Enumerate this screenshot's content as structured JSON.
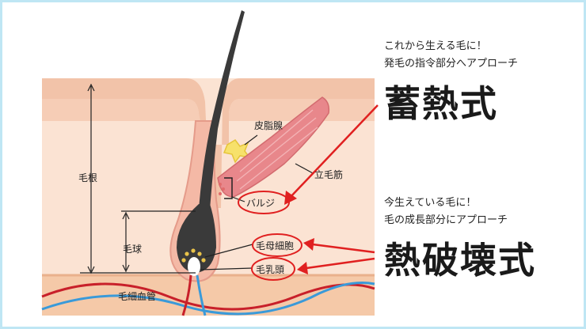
{
  "colors": {
    "skin_top": "#f2c3a9",
    "skin_mid": "#f9dccb",
    "skin_body": "#fbe3d3",
    "fat_layer": "#f5c9a8",
    "hair": "#3a3a3a",
    "sebaceous": "#f7e16b",
    "muscle": "#e8878b",
    "arrow": "#e02020",
    "vessel_red": "#c8202a",
    "vessel_blue": "#3a9ad9"
  },
  "labels": {
    "sebaceous_gland": "皮脂腺",
    "arrector_muscle": "立毛筋",
    "bulge": "バルジ",
    "hair_root": "毛根",
    "hair_bulb": "毛球",
    "matrix_cells": "毛母細胞",
    "papilla": "毛乳頭",
    "capillary": "毛細血管"
  },
  "methods": {
    "heat_storage": {
      "note_line1": "これから生える毛に！",
      "note_line2": "発毛の指令部分へアプローチ",
      "title": "蓄熱式"
    },
    "heat_destruction": {
      "note_line1": "今生えている毛に！",
      "note_line2": "毛の成長部分にアプローチ",
      "title": "熱破壊式"
    }
  }
}
